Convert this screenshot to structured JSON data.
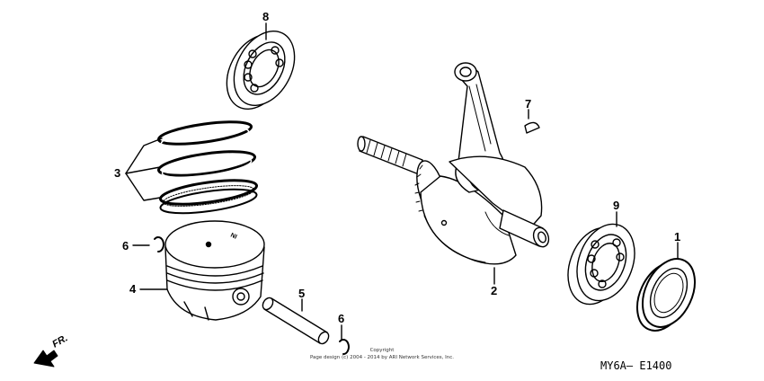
{
  "callouts": {
    "p1": "1",
    "p2": "2",
    "p3": "3",
    "p4": "4",
    "p5": "5",
    "p6a": "6",
    "p6b": "6",
    "p7": "7",
    "p8": "8",
    "p9": "9"
  },
  "piston_mark": "NI",
  "direction_label": "FR.",
  "diagram_code": "MY6A— E1400",
  "copyright": {
    "line1": "Copyright",
    "line2": "Page design (c) 2004 - 2014 by ARI Network Services, Inc."
  }
}
